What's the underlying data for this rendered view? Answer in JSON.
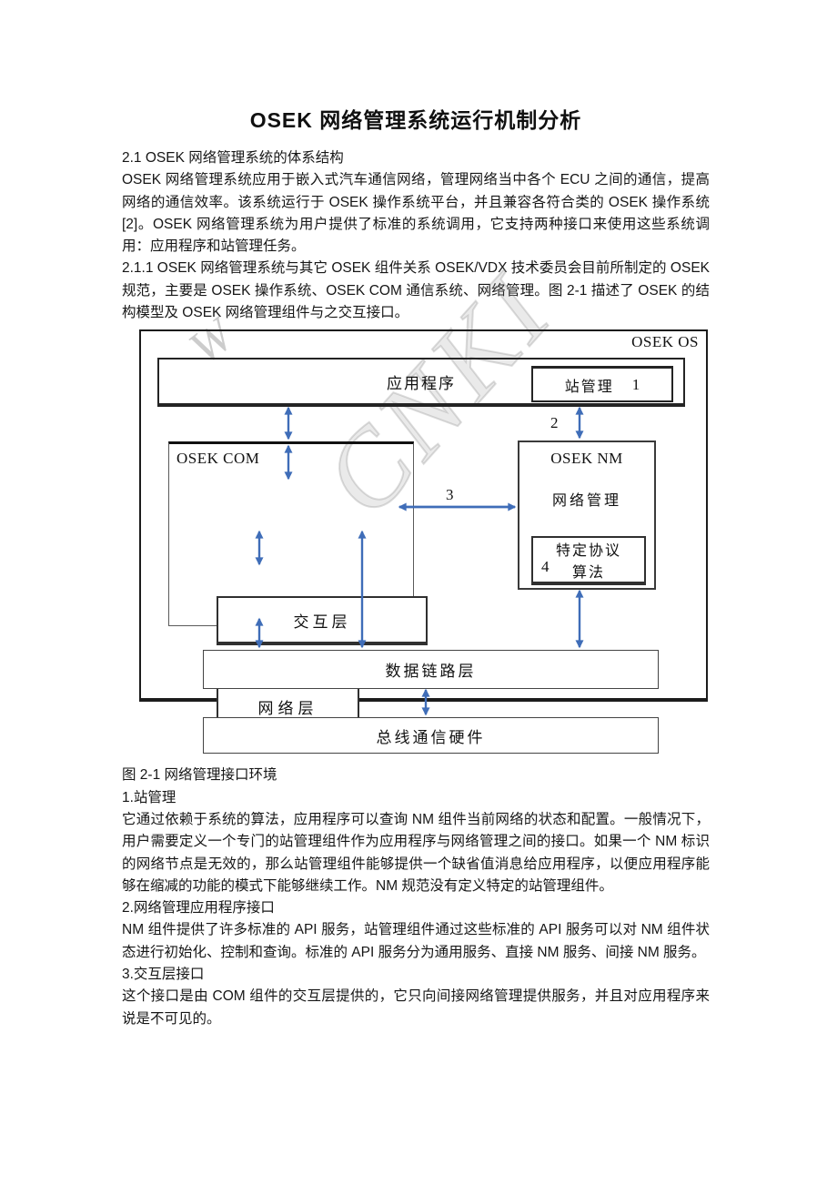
{
  "document": {
    "title": "OSEK 网络管理系统运行机制分析",
    "heading_2_1": "2.1 OSEK 网络管理系统的体系结构",
    "para_2_1": "OSEK 网络管理系统应用于嵌入式汽车通信网络，管理网络当中各个 ECU 之间的通信，提高网络的通信效率。该系统运行于 OSEK 操作系统平台，并且兼容各符合类的 OSEK 操作系统[2]。OSEK 网络管理系统为用户提供了标准的系统调用，它支持两种接口来使用这些系统调用：应用程序和站管理任务。",
    "para_2_1_1": "2.1.1 OSEK 网络管理系统与其它 OSEK 组件关系 OSEK/VDX 技术委员会目前所制定的 OSEK 规范，主要是 OSEK 操作系统、OSEK COM 通信系统、网络管理。图 2-1 描述了 OSEK 的结构模型及 OSEK 网络管理组件与之交互接口。",
    "figure_caption": "图 2-1 网络管理接口环境",
    "item1_heading": "1.站管理",
    "item1_body": "它通过依赖于系统的算法，应用程序可以查询 NM 组件当前网络的状态和配置。一般情况下，用户需要定义一个专门的站管理组件作为应用程序与网络管理之间的接口。如果一个 NM 标识的网络节点是无效的，那么站管理组件能够提供一个缺省值消息给应用程序，以便应用程序能够在缩减的功能的模式下能够继续工作。NM 规范没有定义特定的站管理组件。",
    "item2_heading": "2.网络管理应用程序接口",
    "item2_body": "NM 组件提供了许多标准的 API 服务，站管理组件通过这些标准的 API 服务可以对 NM 组件状态进行初始化、控制和查询。标准的 API 服务分为通用服务、直接 NM 服务、间接 NM 服务。",
    "item3_heading": "3.交互层接口",
    "item3_body": "这个接口是由 COM 组件的交互层提供的，它只向间接网络管理提供服务，并且对应用程序来说是不可见的。"
  },
  "figure": {
    "watermark": "CNKI",
    "watermark_fragment": "W",
    "os_box_label": "OSEK OS",
    "application_label": "应用程序",
    "station_mgmt_label": "站管理",
    "com_box_label": "OSEK COM",
    "interaction_layer_label": "交互层",
    "network_layer_label": "网络层",
    "nm_box_label": "OSEK NM",
    "network_mgmt_label": "网络管理",
    "protocol_line1": "特定协议",
    "protocol_line2": "算法",
    "data_link_label": "数据链路层",
    "bus_hw_label": "总线通信硬件",
    "interface_numbers": {
      "one": "1",
      "two": "2",
      "three": "3",
      "four": "4"
    },
    "arrow_color": "#3f6db8"
  }
}
